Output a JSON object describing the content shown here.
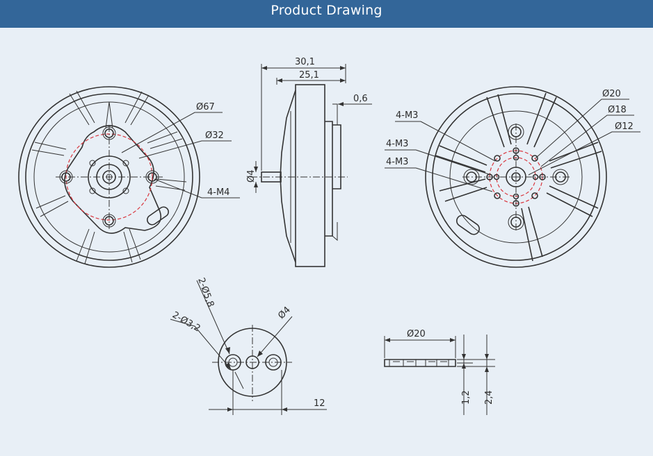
{
  "header": {
    "title": "Product Drawing"
  },
  "colors": {
    "header_bg": "#336699",
    "page_bg": "#e8eff6",
    "dashed_circle": "#d9363e",
    "line": "#333333"
  },
  "front_view": {
    "d_outer": "Ø67",
    "d_mount": "Ø32",
    "holes": "4-M4"
  },
  "side_view": {
    "total_length": "30,1",
    "body_length": "25,1",
    "gap": "0,6",
    "shaft": "Ø4"
  },
  "rear_view": {
    "d20": "Ø20",
    "d18": "Ø18",
    "d12": "Ø12",
    "holes_a": "4-M3",
    "holes_b": "4-M3",
    "holes_c": "4-M3"
  },
  "prop_adapter": {
    "holes_large": "2-Ø5,8",
    "holes_small": "2-Ø3,2",
    "center_hole": "Ø4",
    "spacing": "12"
  },
  "washer": {
    "diameter": "Ø20",
    "thickness_a": "1,2",
    "thickness_b": "2,4"
  }
}
